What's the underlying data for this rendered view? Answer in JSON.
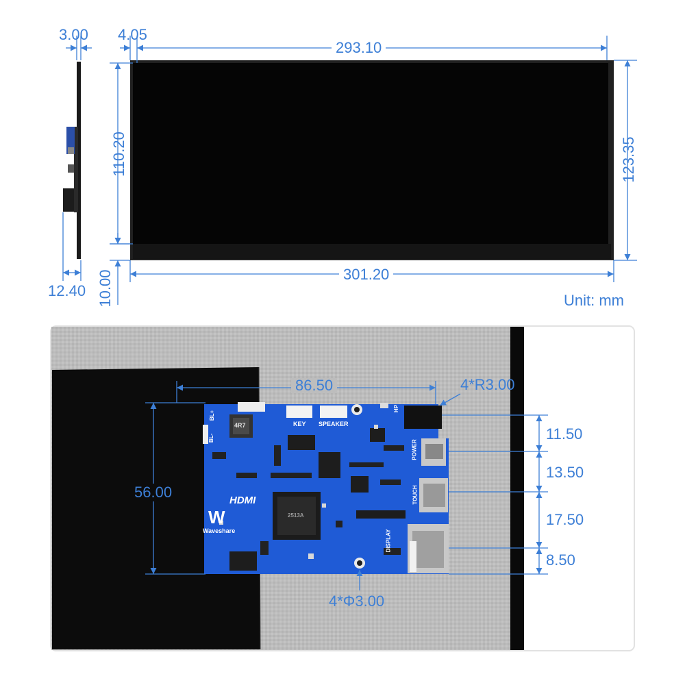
{
  "top_dimensions": {
    "side_thickness": "3.00",
    "bezel_offset": "4.05",
    "active_width": "293.10",
    "active_height": "110.20",
    "outer_height": "123.35",
    "outer_width": "301.20",
    "depth": "12.40",
    "bottom_bezel": "10.00",
    "unit_label": "Unit: mm"
  },
  "board_dimensions": {
    "hole_spacing_x": "86.50",
    "corner_radius": "4*R3.00",
    "hole_spacing_y": "56.00",
    "port_offset_1": "11.50",
    "port_offset_2": "13.50",
    "port_offset_3": "17.50",
    "port_offset_4": "8.50",
    "hole_diameter": "4*Φ3.00"
  },
  "pcb_labels": {
    "hdmi": "HDMI",
    "brand": "Waveshare",
    "key": "KEY",
    "speaker": "SPEAKER",
    "power": "POWER",
    "touch": "TOUCH",
    "display": "DISPLAY",
    "bl_minus": "BL-",
    "bl_plus": "BL+",
    "hp": "HP",
    "inductor": "4R7",
    "chip": "2513A"
  },
  "colors": {
    "dimension_blue": "#3d7fd6",
    "pcb_blue": "#1f5bd6",
    "panel_black": "#050505",
    "photo_gray": "#bdbdbd"
  }
}
